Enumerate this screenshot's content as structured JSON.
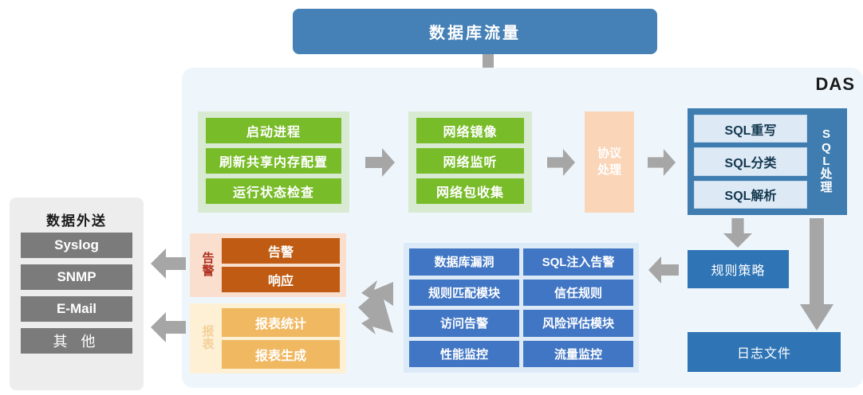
{
  "title": {
    "text": "数据库流量"
  },
  "das": {
    "label": "DAS"
  },
  "startup_group": {
    "items": [
      "启动进程",
      "刷新共享内存配置",
      "运行状态检查"
    ]
  },
  "network_group": {
    "items": [
      "网络镜像",
      "网络监听",
      "网络包收集"
    ]
  },
  "protocol": {
    "line1": "协议",
    "line2": "处理"
  },
  "sql_block": {
    "items": [
      "SQL重写",
      "SQL分类",
      "SQL解析"
    ],
    "vertical_label": [
      "S",
      "Q",
      "L",
      "处",
      "理"
    ]
  },
  "blue_grid": {
    "cells": [
      "数据库漏洞",
      "SQL注入告警",
      "规则匹配模块",
      "信任规则",
      "访问告警",
      "风险评估模块",
      "性能监控",
      "流量监控"
    ]
  },
  "alert_section": {
    "label": [
      "告",
      "警"
    ],
    "items": [
      "告警",
      "响应"
    ]
  },
  "report_section": {
    "label": [
      "报",
      "表"
    ],
    "items": [
      "报表统计",
      "报表生成"
    ]
  },
  "rule_box": {
    "text": "规则策略"
  },
  "log_box": {
    "text": "日志文件"
  },
  "export_panel": {
    "title": "数据外送",
    "items": [
      "Syslog",
      "SNMP",
      "E-Mail",
      "其 他"
    ]
  },
  "icons": {
    "arrow_down_title": "arrow-down-icon",
    "arrow_right_startup": "arrow-right-icon",
    "arrow_right_network": "arrow-right-icon",
    "arrow_right_protocol": "arrow-right-icon",
    "arrow_down_sql": "arrow-down-icon",
    "arrow_down_log": "arrow-down-long-icon",
    "arrow_left_rule": "arrow-left-icon",
    "arrow_left_grid": "arrow-left-double-icon",
    "arrow_left_alert": "arrow-left-icon",
    "arrow_left_report": "arrow-left-icon"
  },
  "colors": {
    "title_blue": "#4580b6",
    "panel_bg": "#eef6fc",
    "green": "#79bc29",
    "green_bg": "#d9ead3",
    "peach": "#fad5b8",
    "sql_blue": "#3f7cb0",
    "grid_blue": "#4176c4",
    "alert_orange": "#bf5b12",
    "report_orange": "#f0b860",
    "gray": "#7b7b7b",
    "arrow_gray": "#a6a6a6"
  }
}
